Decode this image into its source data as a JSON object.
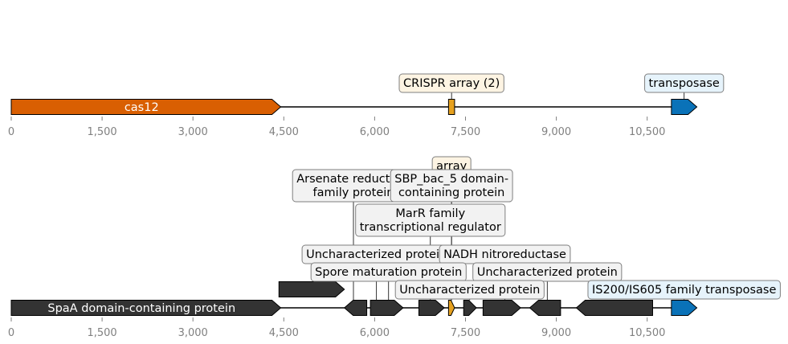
{
  "colors": {
    "cas12": "#d95f02",
    "crispr": "#e6a11f",
    "transposase": "#0a72b8",
    "other": "#333333",
    "crispr_label_bg": "#fdf4e3",
    "transposase_label_bg": "#e6f3fb",
    "other_label_bg": "#f2f2f2",
    "tick_text": "#808080"
  },
  "axis": {
    "min": 0,
    "max": 11700,
    "ticks": [
      0,
      1500,
      3000,
      4500,
      6000,
      7500,
      9000,
      10500
    ],
    "tick_labels": [
      "0",
      "1,500",
      "3,000",
      "4,500",
      "6,000",
      "7,500",
      "9,000",
      "10,500"
    ]
  },
  "tracks": [
    {
      "id": "top",
      "genes": [
        {
          "start": 0,
          "end": 4450,
          "strand": 1,
          "kind": "cas12",
          "inner_label": "cas12"
        },
        {
          "start": 7220,
          "end": 7320,
          "strand": 0,
          "kind": "crispr",
          "inner_label": ""
        },
        {
          "start": 10900,
          "end": 11320,
          "strand": 1,
          "kind": "transposase",
          "inner_label": ""
        }
      ],
      "labels": [
        {
          "text": [
            "CRISPR array (2)"
          ],
          "kind": "crispr",
          "anchor": 7270
        },
        {
          "text": [
            "transposase"
          ],
          "kind": "transposase",
          "anchor": 11110
        }
      ]
    },
    {
      "id": "bottom",
      "genes": [
        {
          "start": 0,
          "end": 4450,
          "strand": 1,
          "kind": "other",
          "inner_label": "SpaA domain-containing protein",
          "row": 0
        },
        {
          "start": 4420,
          "end": 5500,
          "strand": 1,
          "kind": "other",
          "inner_label": "",
          "row": 1
        },
        {
          "start": 5500,
          "end": 5870,
          "strand": -1,
          "kind": "other",
          "inner_label": "",
          "row": 0
        },
        {
          "start": 5930,
          "end": 6470,
          "strand": 1,
          "kind": "other",
          "inner_label": "",
          "row": 0
        },
        {
          "start": 6730,
          "end": 7150,
          "strand": 1,
          "kind": "other",
          "inner_label": "",
          "row": 0
        },
        {
          "start": 7220,
          "end": 7320,
          "strand": 1,
          "kind": "crispr",
          "inner_label": "",
          "row": 0
        },
        {
          "start": 7470,
          "end": 7680,
          "strand": 1,
          "kind": "other",
          "inner_label": "",
          "row": 0
        },
        {
          "start": 7790,
          "end": 8410,
          "strand": 1,
          "kind": "other",
          "inner_label": "",
          "row": 0
        },
        {
          "start": 8560,
          "end": 9070,
          "strand": -1,
          "kind": "other",
          "inner_label": "",
          "row": 0
        },
        {
          "start": 9330,
          "end": 10590,
          "strand": -1,
          "kind": "other",
          "inner_label": "",
          "row": 0
        },
        {
          "start": 10900,
          "end": 11320,
          "strand": 1,
          "kind": "transposase",
          "inner_label": "",
          "row": 0
        }
      ],
      "labels": [
        {
          "text": [
            "array"
          ],
          "kind": "crispr",
          "anchor": 7270,
          "level": 7
        },
        {
          "text": [
            "Arsenate reductase",
            "family protein"
          ],
          "kind": "other",
          "anchor": 5650,
          "level": 6
        },
        {
          "text": [
            "SBP_bac_5 domain-",
            "containing protein"
          ],
          "kind": "other",
          "anchor": 7270,
          "level": 6
        },
        {
          "text": [
            "MarR family",
            "transcriptional regulator"
          ],
          "kind": "other",
          "anchor": 6920,
          "level": 4
        },
        {
          "text": [
            "Uncharacterized protein"
          ],
          "kind": "other",
          "anchor": 6030,
          "level": 2
        },
        {
          "text": [
            "NADH nitroreductase"
          ],
          "kind": "other",
          "anchor": 8150,
          "level": 2
        },
        {
          "text": [
            "Spore maturation protein"
          ],
          "kind": "other",
          "anchor": 6230,
          "level": 1
        },
        {
          "text": [
            "Uncharacterized protein"
          ],
          "kind": "other",
          "anchor": 8850,
          "level": 1
        },
        {
          "text": [
            "Uncharacterized protein"
          ],
          "kind": "other",
          "anchor": 7570,
          "level": 0
        },
        {
          "text": [
            "IS200/IS605 family transposase"
          ],
          "kind": "transposase",
          "anchor": 11110,
          "level": 0
        }
      ]
    }
  ]
}
